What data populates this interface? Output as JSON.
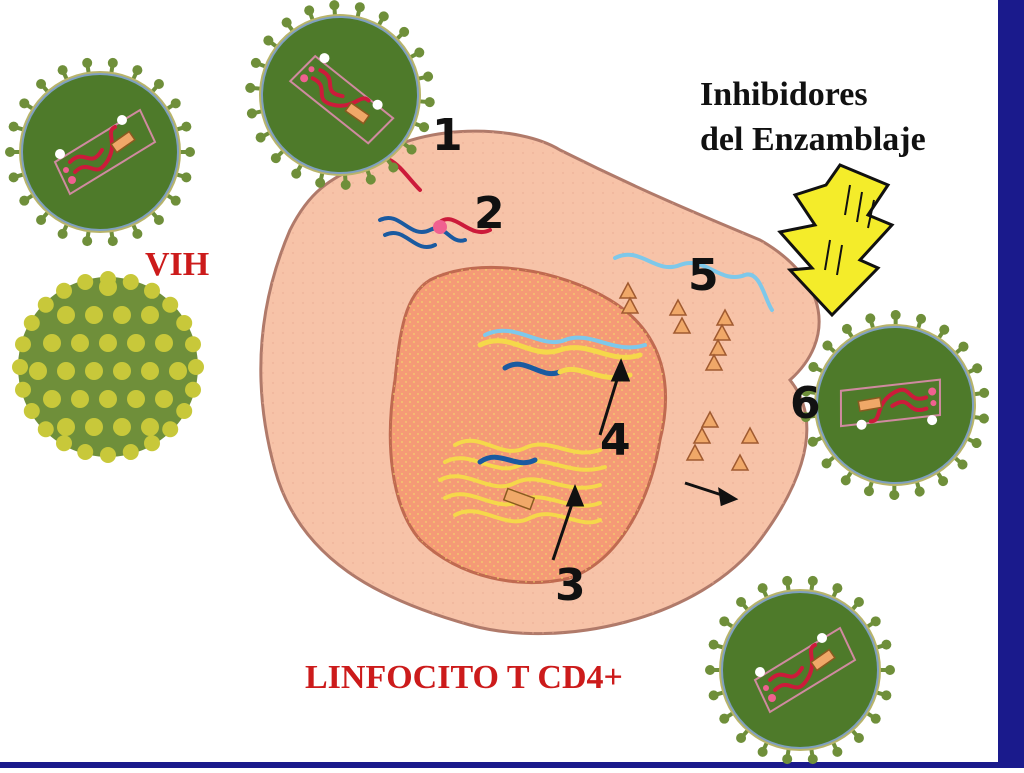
{
  "diagram": {
    "labels": {
      "virus": "VIH",
      "cell": "LINFOCITO T CD4+",
      "inhibitor_line1": "Inhibidores",
      "inhibitor_line2": "del Enzamblaje"
    },
    "steps": [
      "1",
      "2",
      "3",
      "4",
      "5",
      "6"
    ],
    "colors": {
      "frame_blue": "#1a1a8c",
      "cell_fill": "#f7c3a8",
      "cell_stroke": "#b07a6a",
      "nucleus_fill": "#f59a76",
      "nucleus_stroke": "#c06a50",
      "virus_green": "#4e7a2a",
      "virus_spike": "#6f8f3a",
      "virus_yellow": "#c8c83a",
      "rna_red": "#cc1b3a",
      "dna_blue": "#1a5aa0",
      "light_blue": "#7ec8ea",
      "yellow_strand": "#f5d84a",
      "protein_orange": "#f0a868",
      "text_red": "#cc1b1b",
      "arrow_yellow": "#f4ec2a"
    }
  }
}
